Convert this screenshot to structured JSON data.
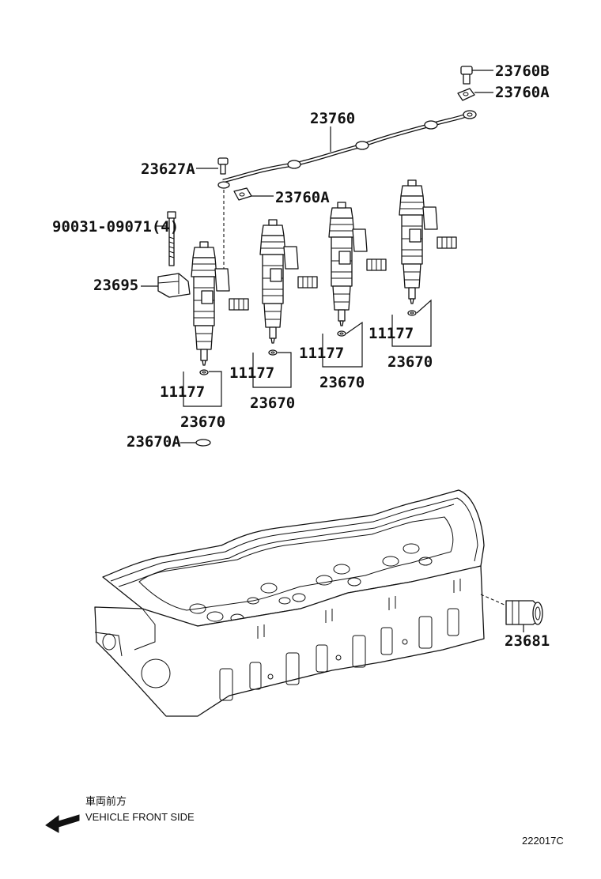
{
  "labels": {
    "bolt_b": "23760B",
    "washer_a_top": "23760A",
    "wire": "23760",
    "bolt_23627a": "23627A",
    "washer_a_mid": "23760A",
    "bolt_90031": "90031-09071(4)",
    "clamp": "23695",
    "inj1_gasket": "11177",
    "inj1_assy": "23670",
    "inj2_gasket": "11177",
    "inj2_assy": "23670",
    "inj3_gasket": "11177",
    "inj3_assy": "23670",
    "inj4_gasket": "11177",
    "inj4_assy": "23670",
    "oring": "23670A",
    "sleeve": "23681"
  },
  "direction": {
    "jp": "車両前方",
    "en": "VEHICLE FRONT SIDE"
  },
  "figure_code": "222017C"
}
